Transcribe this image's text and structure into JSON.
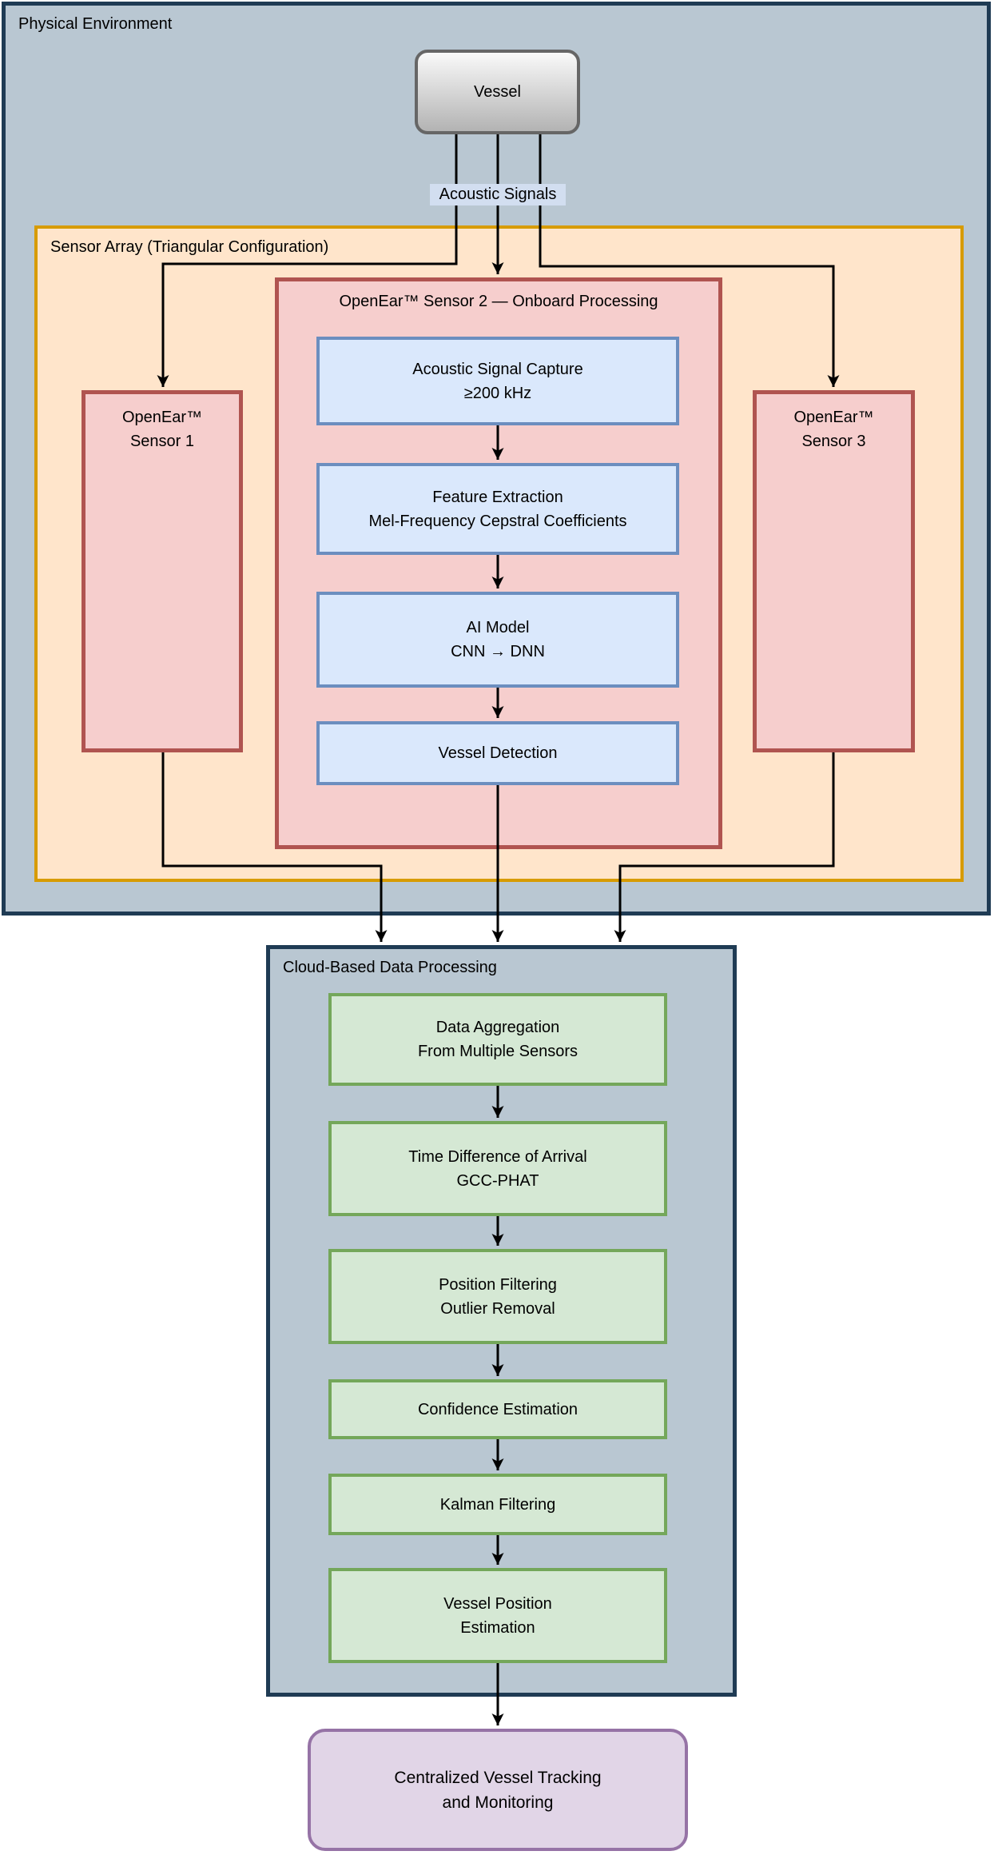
{
  "diagram": {
    "physical_env": {
      "title": "Physical Environment"
    },
    "vessel": {
      "label": "Vessel"
    },
    "acoustic_label": "Acoustic Signals",
    "sensor_array": {
      "title": "Sensor Array (Triangular Configuration)"
    },
    "sensor2": {
      "title": "OpenEar™ Sensor 2 — Onboard Processing",
      "steps": [
        {
          "label": "Acoustic Signal Capture\n≥200 kHz"
        },
        {
          "label": "Feature Extraction\nMel-Frequency Cepstral Coefficients"
        },
        {
          "label": "AI Model\nCNN → DNN"
        },
        {
          "label": "Vessel Detection"
        }
      ]
    },
    "sensor1": {
      "label": "OpenEar™\nSensor 1"
    },
    "sensor3": {
      "label": "OpenEar™\nSensor 3"
    },
    "cloud": {
      "title": "Cloud-Based Data Processing",
      "steps": [
        {
          "label": "Data Aggregation\nFrom Multiple Sensors"
        },
        {
          "label": "Time Difference of Arrival\nGCC-PHAT"
        },
        {
          "label": "Position Filtering\nOutlier Removal"
        },
        {
          "label": "Confidence Estimation"
        },
        {
          "label": "Kalman Filtering"
        },
        {
          "label": "Vessel Position\nEstimation"
        }
      ]
    },
    "output": {
      "label": "Centralized Vessel Tracking\nand Monitoring"
    },
    "colors": {
      "env_fill": "#b9c7d2",
      "env_border": "#1f3b54",
      "array_fill": "#ffe5cb",
      "array_border": "#d79b00",
      "sensor_fill": "#f6cecd",
      "sensor_border": "#b05450",
      "process_fill": "#dae8fc",
      "process_border": "#6c8ebf",
      "cloud_fill": "#b9c7d2",
      "cloud_border": "#1f3b54",
      "green_fill": "#d5e8d4",
      "green_border": "#74a75a",
      "output_fill": "#e1d5e7",
      "output_border": "#9673a6",
      "vessel_fill_top": "#f9f9f9",
      "vessel_fill_bottom": "#b3b3b3",
      "vessel_border": "#666666",
      "signal_label_bg": "#d2def0",
      "wire": "#000000"
    }
  }
}
